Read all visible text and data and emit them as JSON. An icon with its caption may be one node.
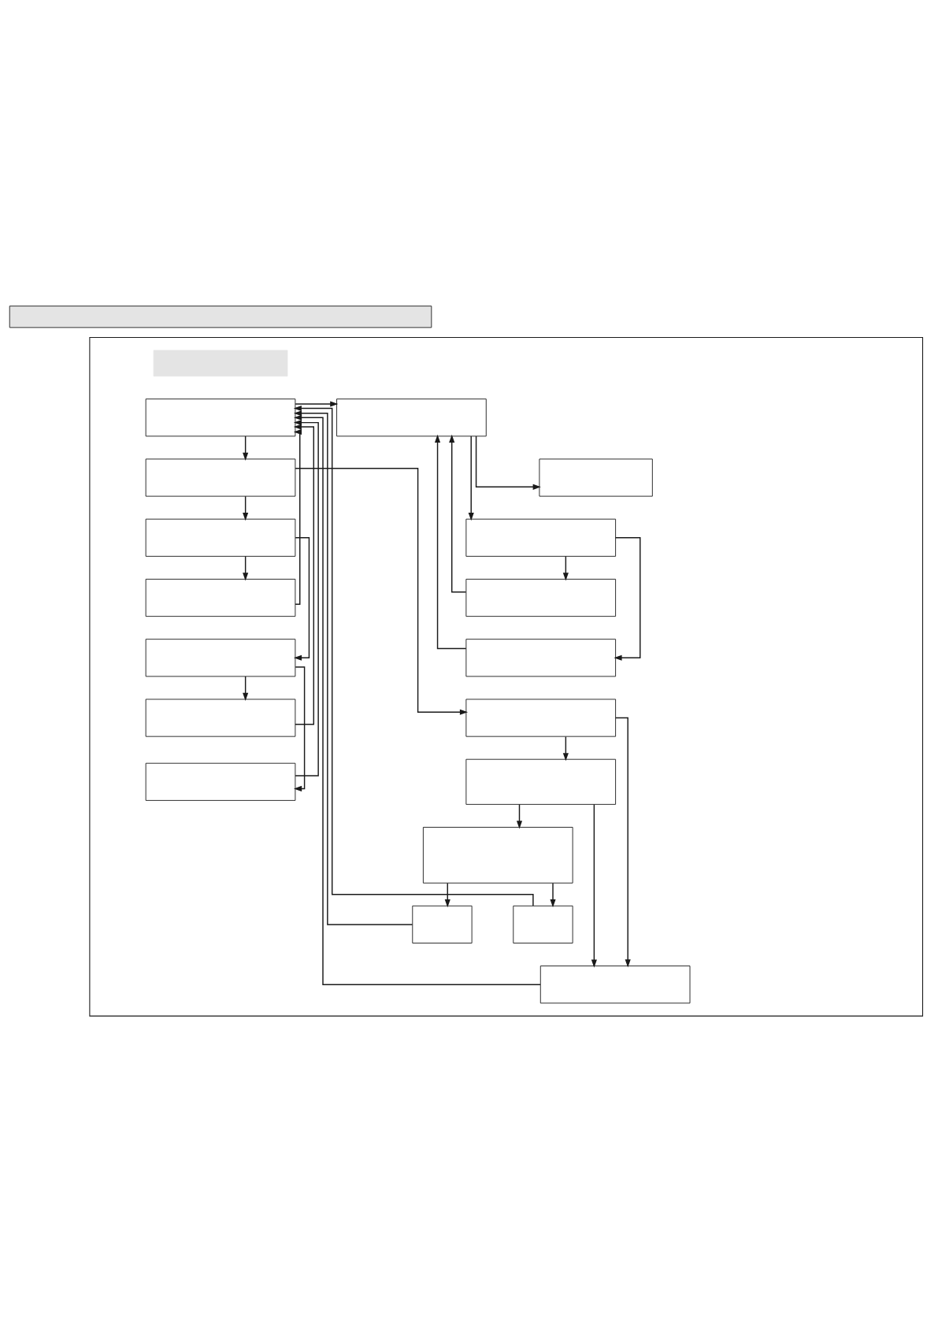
{
  "diagram": {
    "nodes": [
      {
        "text": [],
        "shape": "bar"
      },
      {
        "text": [],
        "shape": "box"
      },
      {
        "text": [],
        "shape": "bar",
        "in": 1
      },
      {
        "text": [],
        "shape": "box",
        "in": 1
      },
      {
        "text": [],
        "shape": "box",
        "in": 1
      },
      {
        "text": [],
        "shape": "box",
        "in": 1
      },
      {
        "text": [],
        "shape": "box",
        "in": 1
      },
      {
        "text": [],
        "shape": "box",
        "in": 1
      },
      {
        "text": [],
        "shape": "box",
        "in": 1
      },
      {
        "text": [],
        "shape": "box",
        "in": 1
      },
      {
        "text": [],
        "shape": "box",
        "in": 1
      },
      {
        "text": [],
        "shape": "box",
        "in": 1
      },
      {
        "text": [],
        "shape": "box",
        "in": 1
      },
      {
        "text": [],
        "shape": "box",
        "in": 1
      },
      {
        "text": [],
        "shape": "box",
        "in": 1
      },
      {
        "text": [],
        "shape": "box",
        "in": 1
      },
      {
        "text": [],
        "shape": "box",
        "in": 1
      },
      {
        "text": [],
        "shape": "box",
        "in": 1
      },
      {
        "text": [],
        "shape": "box",
        "in": 1
      },
      {
        "text": [],
        "shape": "box",
        "in": 1
      },
      {
        "text": [],
        "shape": "box",
        "in": 1
      }
    ],
    "edges": [
      {
        "from": 3,
        "to": 4,
        "arrow": "to"
      },
      {
        "from": 4,
        "to": 5,
        "arrow": "to"
      },
      {
        "from": 3,
        "to": 10,
        "arrow": "to"
      },
      {
        "from": 4,
        "to": 15,
        "arrow": "to"
      },
      {
        "from": 5,
        "to": 6,
        "arrow": "to"
      },
      {
        "from": 5,
        "to": 7,
        "arrow": "to"
      },
      {
        "from": 6,
        "to": 3,
        "arrow": "to"
      },
      {
        "from": 7,
        "to": 8,
        "arrow": "to"
      },
      {
        "from": 7,
        "to": 9,
        "arrow": "to"
      },
      {
        "from": 8,
        "to": 3,
        "arrow": "to"
      },
      {
        "from": 9,
        "to": 3,
        "arrow": "to"
      },
      {
        "from": 10,
        "to": 12,
        "arrow": "to"
      },
      {
        "from": 10,
        "to": 11,
        "arrow": "to"
      },
      {
        "from": 12,
        "to": 13,
        "arrow": "to"
      },
      {
        "from": 12,
        "to": 14,
        "arrow": "to"
      },
      {
        "from": 13,
        "to": 10,
        "arrow": "to"
      },
      {
        "from": 14,
        "to": 10,
        "arrow": "to"
      },
      {
        "from": 15,
        "to": 16,
        "arrow": "to"
      },
      {
        "from": 15,
        "to": 20,
        "arrow": "to"
      },
      {
        "from": 16,
        "to": 20,
        "arrow": "to"
      },
      {
        "from": 16,
        "to": 17,
        "arrow": "to"
      },
      {
        "from": 17,
        "to": 18,
        "arrow": "to"
      },
      {
        "from": 17,
        "to": 19,
        "arrow": "to"
      },
      {
        "from": 18,
        "to": 3,
        "arrow": "to"
      },
      {
        "from": 19,
        "to": 3,
        "arrow": "to"
      },
      {
        "from": 20,
        "to": 3,
        "arrow": "to"
      }
    ]
  }
}
